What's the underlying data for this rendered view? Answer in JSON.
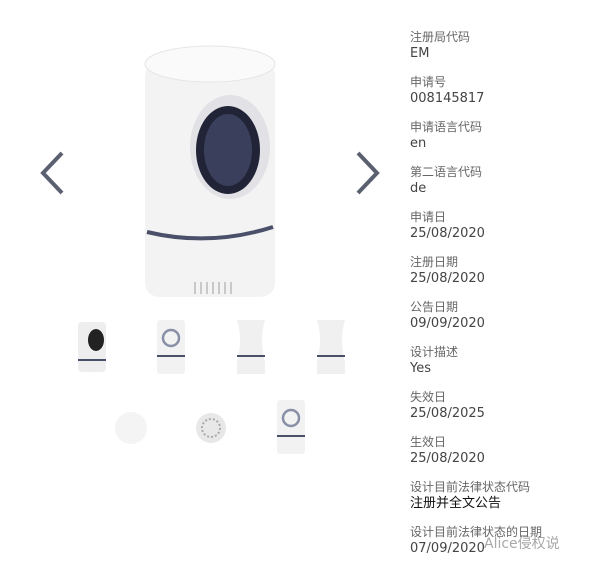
{
  "gallery": {
    "prev_icon": "chevron-left-icon",
    "next_icon": "chevron-right-icon",
    "thumbnail_count": 7,
    "accent": "#3a3f5c"
  },
  "fields": [
    {
      "label": "注册局代码",
      "value": "EM"
    },
    {
      "label": "申请号",
      "value": "008145817"
    },
    {
      "label": "申请语言代码",
      "value": "en"
    },
    {
      "label": "第二语言代码",
      "value": "de"
    },
    {
      "label": "申请日",
      "value": "25/08/2020"
    },
    {
      "label": "注册日期",
      "value": "25/08/2020"
    },
    {
      "label": "公告日期",
      "value": "09/09/2020"
    },
    {
      "label": "设计描述",
      "value": "Yes"
    },
    {
      "label": "失效日",
      "value": "25/08/2025"
    },
    {
      "label": "生效日",
      "value": "25/08/2020"
    },
    {
      "label": "设计目前法律状态代码",
      "value": "注册并全文公告"
    },
    {
      "label": "设计目前法律状态的日期",
      "value": "07/09/2020"
    }
  ],
  "watermark": "Alice侵权说"
}
